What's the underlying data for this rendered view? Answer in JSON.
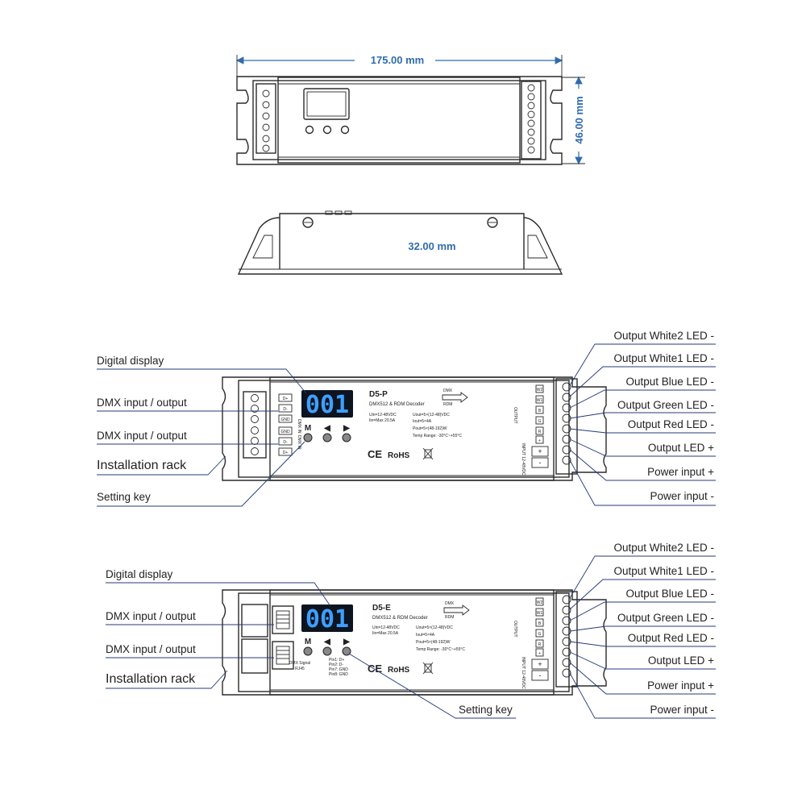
{
  "top_view": {
    "width_dim": "175.00 mm",
    "height_dim": "46.00 mm"
  },
  "side_view": {
    "height_dim": "32.00 mm"
  },
  "d5p": {
    "model": "D5-P",
    "subtitle": "DMX512 & RDM Decoder",
    "display_value": "001",
    "spec_left": [
      "Uin=12-48VDC",
      "Iin=Max 20.5A"
    ],
    "spec_right": [
      "Uout=5×(12-48)VDC",
      "Iout=5×4A",
      "Pout=5×(48-192)W",
      "Temp Range: -30°C~+55°C"
    ],
    "cert": "RoHS",
    "ce": "CE",
    "dmx_badge_top": "DMX",
    "dmx_badge_bottom": "RDM",
    "keys": [
      "M",
      "◀",
      "▶"
    ],
    "left_terminals": [
      "D+",
      "D-",
      "GND",
      "GND",
      "D-",
      "D+"
    ],
    "dmx_in_label": "DMX IN",
    "output_label": "OUTPUT",
    "input_label": "INPUT 12-48VDC",
    "right_terminals": [
      "W2",
      "W1",
      "B",
      "G",
      "R",
      "+",
      "+",
      "-"
    ],
    "callouts_left": [
      "Digital display",
      "DMX input / output",
      "DMX input / output",
      "Installation rack",
      "Setting key"
    ],
    "callouts_right": [
      "Output White2 LED -",
      "Output White1 LED -",
      "Output Blue LED -",
      "Output Green LED -",
      "Output Red LED -",
      "Output LED +",
      "Power input +",
      "Power input -"
    ]
  },
  "d5e": {
    "model": "D5-E",
    "subtitle": "DMX512 & RDM Decoder",
    "display_value": "001",
    "spec_left": [
      "Uin=12-48VDC",
      "Iin=Max 20.5A"
    ],
    "spec_right": [
      "Uout=5×(12-48)VDC",
      "Iout=5×4A",
      "Pout=5×(48-192)W",
      "Temp Range: -30°C~+55°C"
    ],
    "cert": "RoHS",
    "ce": "CE",
    "dmx_badge_top": "DMX",
    "dmx_badge_bottom": "RDM",
    "keys": [
      "M",
      "◀",
      "▶"
    ],
    "rj45_label_1": "DMX Signal",
    "rj45_label_2": "RJ45",
    "pin_list": [
      "Pin1: D+",
      "Pin2: D-",
      "Pin7: GND",
      "Pin8: GND"
    ],
    "output_label": "OUTPUT",
    "input_label": "INPUT 12-48VDC",
    "right_terminals": [
      "W2",
      "W1",
      "B",
      "G",
      "R",
      "+",
      "+",
      "-"
    ],
    "callouts_left": [
      "Digital display",
      "DMX input / output",
      "DMX input / output",
      "Installation rack"
    ],
    "callout_setting": "Setting key",
    "callouts_right": [
      "Output White2 LED -",
      "Output White1 LED -",
      "Output Blue LED -",
      "Output Green LED -",
      "Output Red LED -",
      "Output LED +",
      "Power input +",
      "Power input -"
    ]
  }
}
